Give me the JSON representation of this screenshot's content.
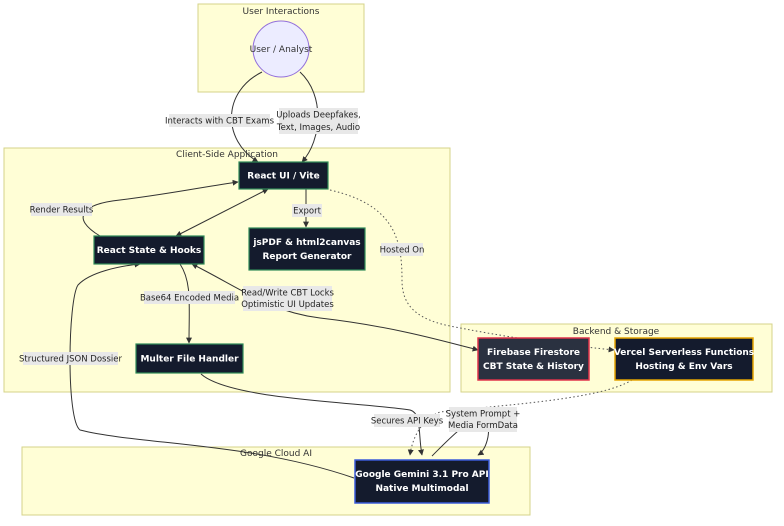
{
  "clusters": {
    "user_interactions": "User Interactions",
    "client_side": "Client-Side Application",
    "backend": "Backend & Storage",
    "google_cloud": "Google Cloud AI"
  },
  "nodes": {
    "user": "User / Analyst",
    "react_ui": "React UI / Vite",
    "react_state": "React State & Hooks",
    "jspdf_1": "jsPDF & html2canvas",
    "jspdf_2": "Report Generator",
    "multer": "Multer File Handler",
    "firebase_1": "Firebase Firestore",
    "firebase_2": "CBT State & History",
    "vercel_1": "Vercel Serverless Functions",
    "vercel_2": "Hosting & Env Vars",
    "gemini_1": "Google Gemini 3.1 Pro API",
    "gemini_2": "Native Multimodal"
  },
  "edge_labels": {
    "interacts": "Interacts with CBT Exams",
    "uploads_1": "Uploads Deepfakes,",
    "uploads_2": "Text, Images, Audio",
    "render": "Render Results",
    "export": "Export",
    "hosted": "Hosted On",
    "base64": "Base64 Encoded Media",
    "readwrite_1": "Read/Write CBT Locks",
    "readwrite_2": "Optimistic UI Updates",
    "structured": "Structured JSON Dossier",
    "secures": "Secures API Keys",
    "system_1": "System Prompt +",
    "system_2": "Media FormData"
  }
}
